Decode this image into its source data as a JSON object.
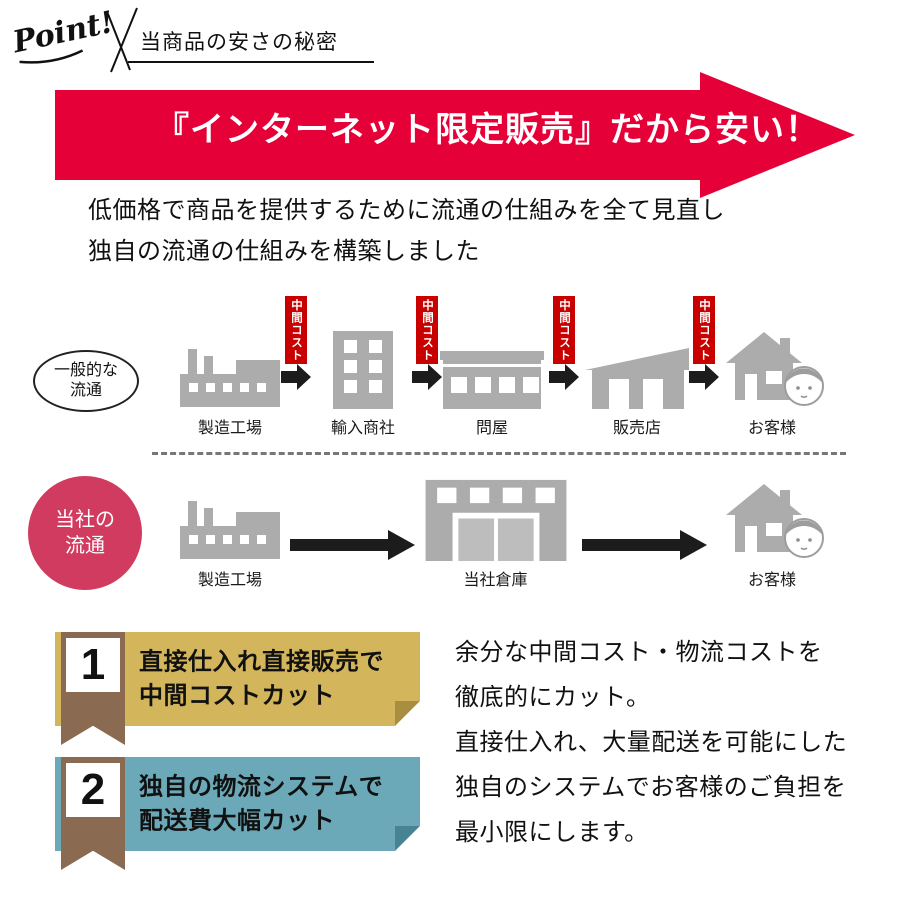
{
  "header": {
    "point_label": "Point!",
    "title": "当商品の安さの秘密"
  },
  "banner": {
    "text": "『インターネット限定販売』だから安い！"
  },
  "intro": {
    "line1": "低価格で商品を提供するために流通の仕組みを全て見直し",
    "line2": "独自の流通の仕組みを構築しました"
  },
  "general_flow": {
    "label_line1": "一般的な",
    "label_line2": "流通",
    "cost_label": "中間コスト",
    "nodes": [
      {
        "label": "製造工場",
        "icon": "factory-icon"
      },
      {
        "label": "輸入商社",
        "icon": "office-building-icon"
      },
      {
        "label": "問屋",
        "icon": "wholesaler-building-icon"
      },
      {
        "label": "販売店",
        "icon": "shop-icon"
      },
      {
        "label": "お客様",
        "icon": "house-customer-icon"
      }
    ]
  },
  "our_flow": {
    "label_line1": "当社の",
    "label_line2": "流通",
    "nodes": [
      {
        "label": "製造工場",
        "icon": "factory-icon"
      },
      {
        "label": "当社倉庫",
        "icon": "warehouse-icon"
      },
      {
        "label": "お客様",
        "icon": "house-customer-icon"
      }
    ]
  },
  "points": [
    {
      "number": "1",
      "line1": "直接仕入れ直接販売で",
      "line2": "中間コストカット"
    },
    {
      "number": "2",
      "line1": "独自の物流システムで",
      "line2": "配送費大幅カット"
    }
  ],
  "description": {
    "lines": [
      "余分な中間コスト・物流コストを",
      "徹底的にカット。",
      "直接仕入れ、大量配送を可能にした",
      "独自のシステムでお客様のご負担を",
      "最小限にします。"
    ]
  },
  "colors": {
    "banner_red": "#e50038",
    "cost_red": "#c80000",
    "circle_crimson": "#d23b60",
    "point1_gold": "#d3b65b",
    "point2_teal": "#6ba9b8",
    "ribbon_brown": "#8a6a51",
    "icon_gray": "#acacac"
  }
}
